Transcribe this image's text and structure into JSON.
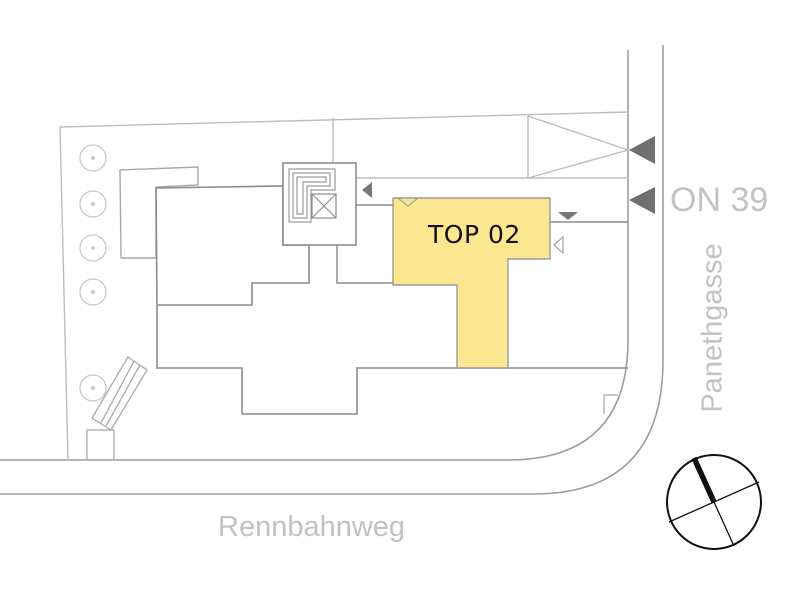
{
  "plan": {
    "unit_label": "TOP 02",
    "street_bottom": "Rennbahnweg",
    "street_right": "Panethgasse",
    "house_number": "ON 39"
  },
  "colors": {
    "unit_fill": "#fce690",
    "unit_stroke": "#9a9a9a",
    "building_stroke": "#8c8c8c",
    "lot_stroke": "#bdbdbd",
    "street_stroke": "#9e9e9e",
    "label_grey": "#c2c2c2",
    "marker_dark": "#6f6f6f",
    "compass_needle": "#111111"
  },
  "icons": {
    "entrance_markers": "triangle-marker-icon",
    "trees": "tree-icon",
    "staircase": "staircase-icon",
    "elevator": "elevator-icon",
    "compass": "north-arrow-icon"
  }
}
